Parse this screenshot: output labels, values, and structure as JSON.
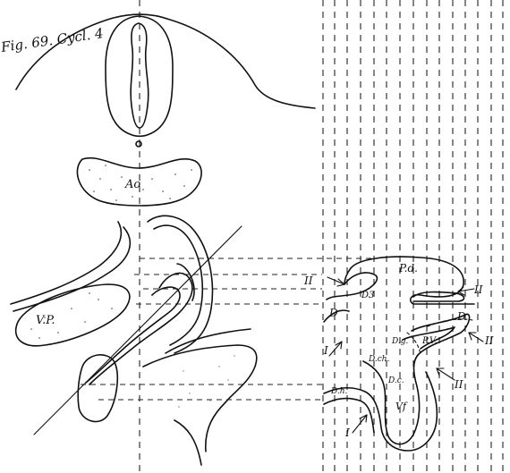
{
  "figure": {
    "caption": "Fig. 69. Cycl. 4",
    "labels": {
      "ao": "Ao",
      "vp": "V.P.",
      "pd": "P.d.",
      "ii_left": "II",
      "ii_right": "II",
      "ii_arrow_right": "II",
      "ii_lower": "II",
      "i_lower": "I",
      "d_upper": "D",
      "d3": "D3",
      "d_right": "D",
      "i_mid": "I",
      "dch": "D.ch.",
      "d_small": "D.g.",
      "pv": "P.V.",
      "dc": "D.c.",
      "vf": "Vf",
      "dh": "D.h."
    }
  }
}
